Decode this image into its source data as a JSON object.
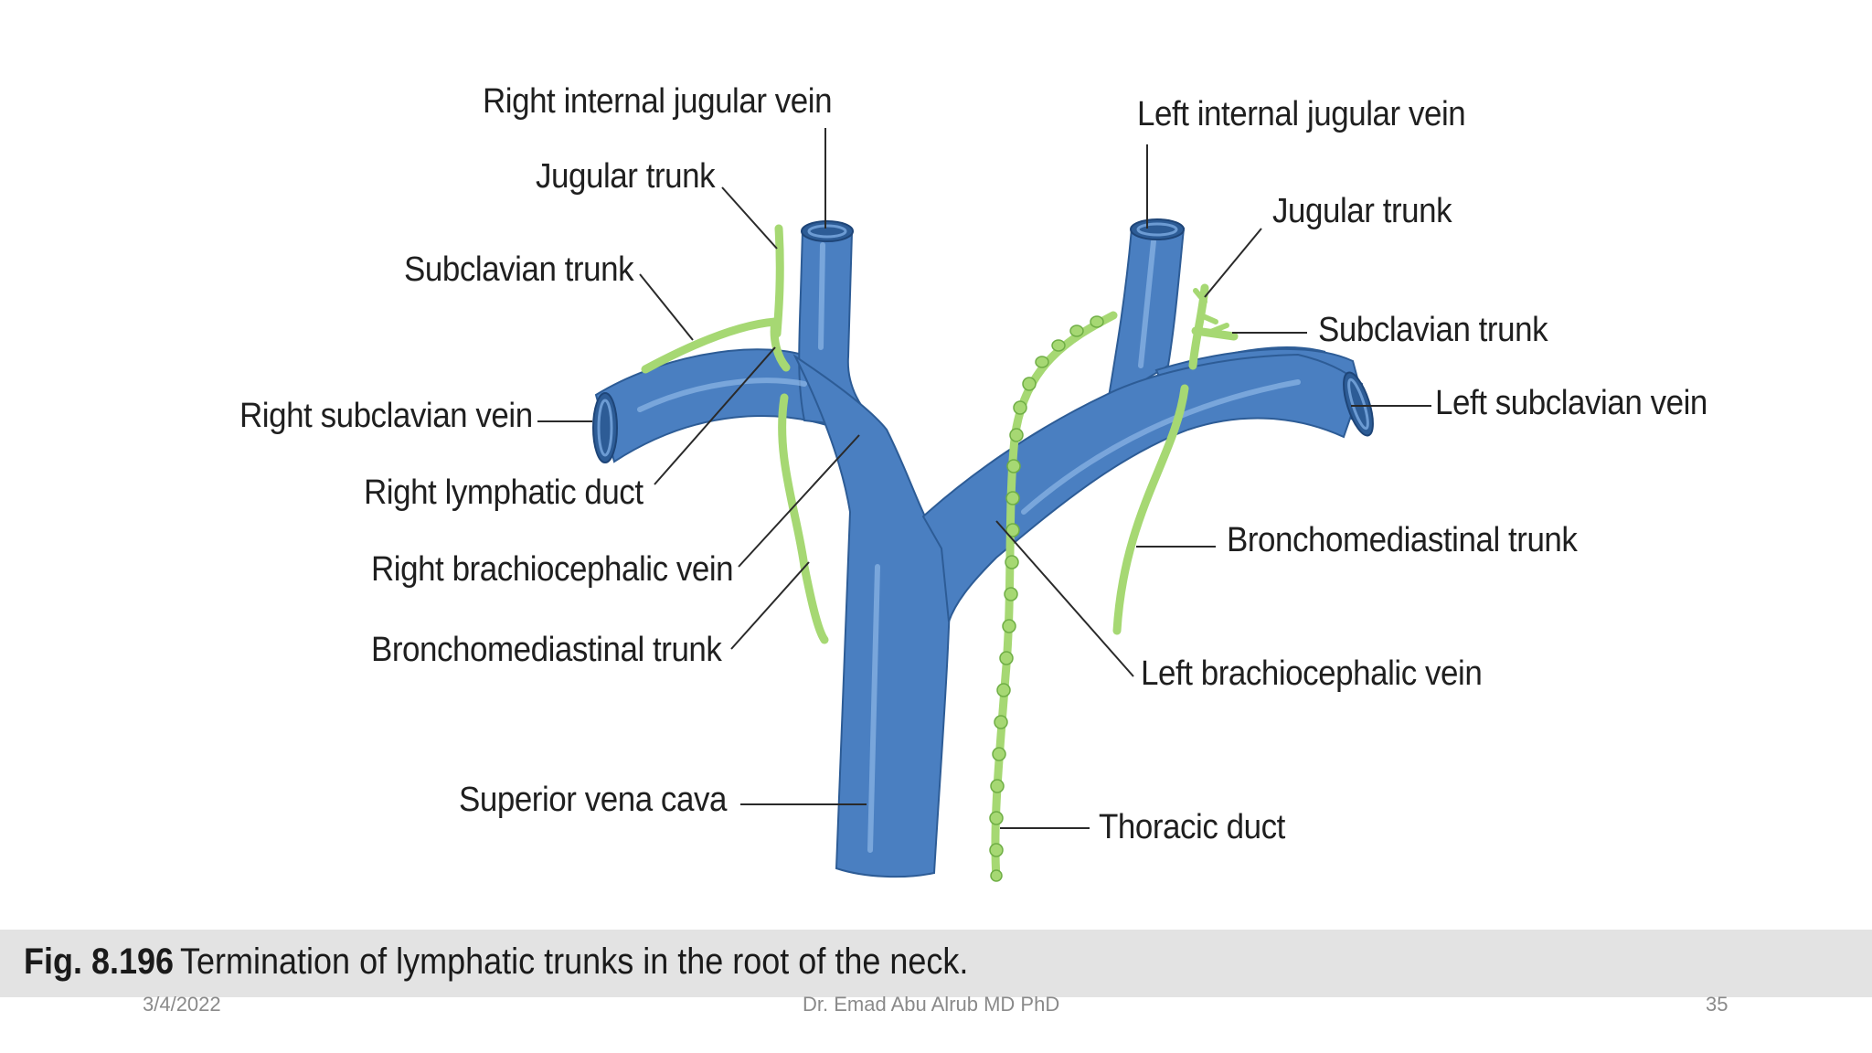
{
  "labels": {
    "right_internal_jugular_vein": "Right internal jugular vein",
    "right_jugular_trunk": "Jugular trunk",
    "right_subclavian_trunk": "Subclavian trunk",
    "right_subclavian_vein": "Right subclavian vein",
    "right_lymphatic_duct": "Right lymphatic duct",
    "right_brachiocephalic_vein": "Right brachiocephalic vein",
    "right_bronchomediastinal_trunk": "Bronchomediastinal trunk",
    "superior_vena_cava": "Superior vena cava",
    "left_internal_jugular_vein": "Left internal jugular vein",
    "left_jugular_trunk": "Jugular trunk",
    "left_subclavian_trunk": "Subclavian trunk",
    "left_subclavian_vein": "Left subclavian vein",
    "left_bronchomediastinal_trunk": "Bronchomediastinal trunk",
    "left_brachiocephalic_vein": "Left brachiocephalic vein",
    "thoracic_duct": "Thoracic duct"
  },
  "caption": {
    "number": "Fig. 8.196",
    "text": "Termination of lymphatic trunks in the root of the neck."
  },
  "footer": {
    "date": "3/4/2022",
    "author": "Dr. Emad Abu Alrub MD PhD",
    "page": "35"
  },
  "colors": {
    "vein": "#4a7fc1",
    "vein_dark": "#2f5f9a",
    "lymph": "#a6d873",
    "lymph_dark": "#6fae45",
    "caption_bar": "#e3e3e3"
  }
}
